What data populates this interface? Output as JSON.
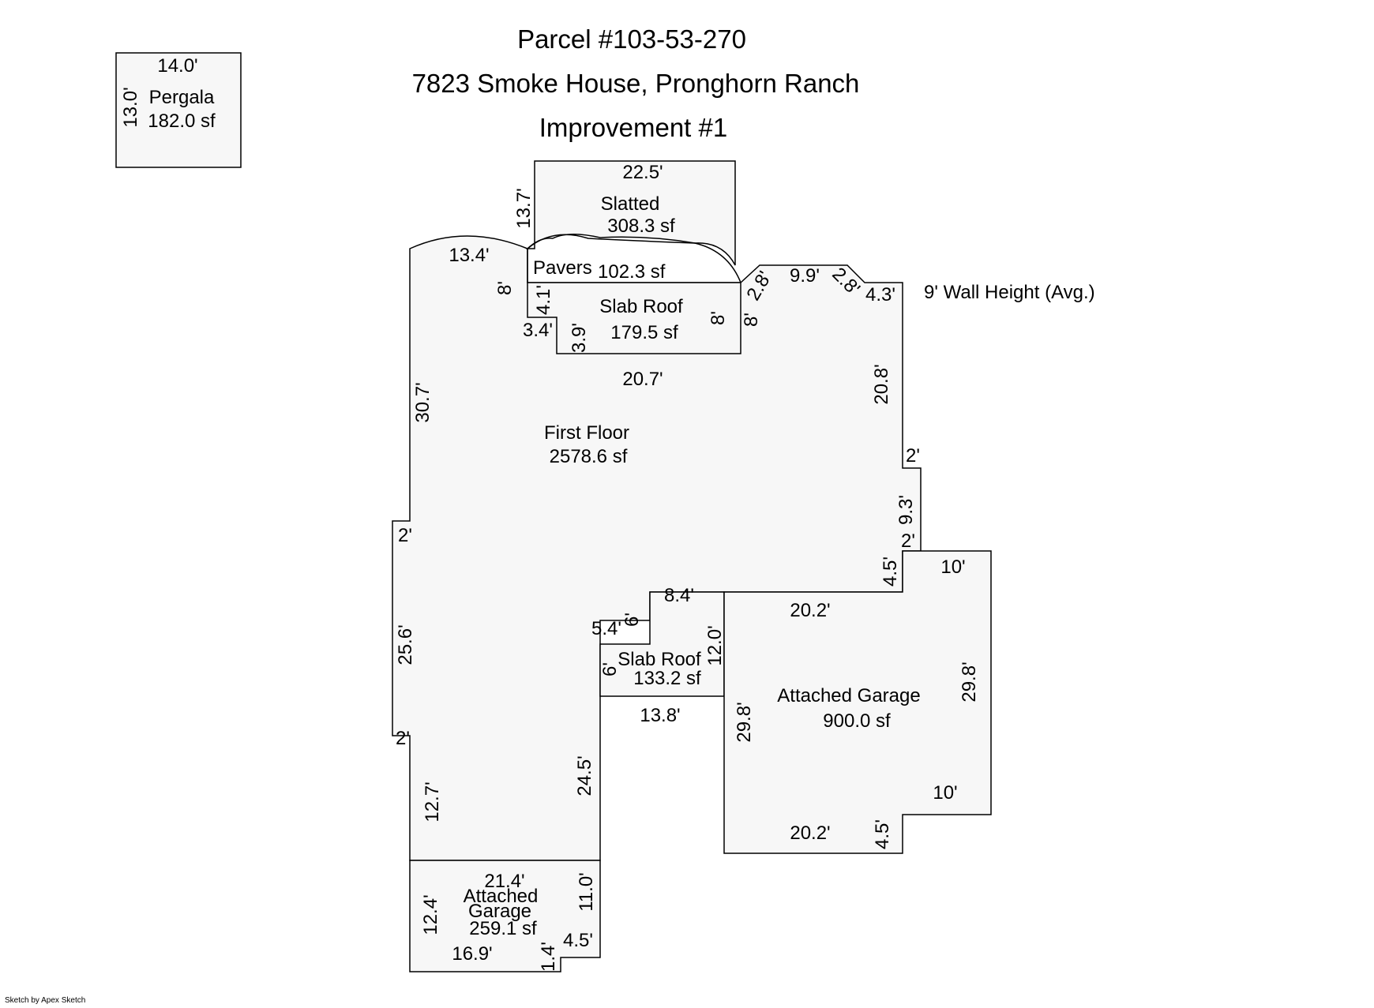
{
  "header": {
    "parcel": "Parcel #103-53-270",
    "address": "7823 Smoke House, Pronghorn Ranch",
    "improvement": "Improvement #1"
  },
  "note": "9' Wall Height (Avg.)",
  "credit": "Sketch by Apex Sketch",
  "areas": {
    "pergala": {
      "name": "Pergala",
      "area": "182.0 sf"
    },
    "slatted": {
      "name": "Slatted",
      "area": "308.3 sf"
    },
    "pavers": {
      "name": "Pavers",
      "area": "102.3 sf"
    },
    "slab_roof_1": {
      "name": "Slab Roof",
      "area": "179.5 sf"
    },
    "first_floor": {
      "name": "First Floor",
      "area": "2578.6 sf"
    },
    "slab_roof_2": {
      "name": "Slab Roof",
      "area": "133.2 sf"
    },
    "attached_garage_1": {
      "name": "Attached Garage",
      "area": "900.0 sf"
    },
    "attached_garage_2": {
      "name_line1": "Attached",
      "name_line2": "Garage",
      "area": "259.1 sf"
    }
  },
  "dimensions": {
    "pergala_width": "14.0'",
    "pergala_height": "13.0'",
    "slatted_width": "22.5'",
    "slatted_height": "13.7'",
    "top_left_arc": "13.4'",
    "pavers_drop": "8'",
    "slab1_left": "4.1'",
    "slab1_step": "3.4'",
    "slab1_inner": "3.9'",
    "slab1_right": "8'",
    "slab1_bottom": "20.7'",
    "ne_diag_1": "2.8'",
    "ne_drop": "8'",
    "ne_top": "9.9'",
    "ne_diag_2": "2.8'",
    "ne_step": "4.3'",
    "east_wall": "20.8'",
    "east_jog_1": "2'",
    "east_wall_2": "9.3'",
    "east_jog_2": "2'",
    "garage_link": "4.5'",
    "west_upper": "30.7'",
    "west_jog_1": "2'",
    "west_mid": "25.6'",
    "west_jog_2": "2'",
    "west_lower": "12.7'",
    "slab2_top": "8.4'",
    "slab2_jog": "6'",
    "slab2_step": "5.4'",
    "slab2_left": "6'",
    "slab2_right": "12.0'",
    "slab2_bottom": "13.8'",
    "inner_west": "24.5'",
    "garage_top": "20.2'",
    "garage_top_ext": "10'",
    "garage_left": "29.8'",
    "garage_right": "29.8'",
    "garage_bottom_ext": "10'",
    "garage_bottom": "20.2'",
    "garage_notch": "4.5'",
    "small_garage_top": "21.4'",
    "small_garage_left": "12.4'",
    "small_garage_right": "11.0'",
    "small_garage_bottom": "16.9'",
    "small_garage_notch_h": "4.5'",
    "small_garage_notch_v": "1.4'"
  },
  "colors": {
    "fill": "#f7f7f7",
    "line": "#000000",
    "background": "#ffffff"
  }
}
